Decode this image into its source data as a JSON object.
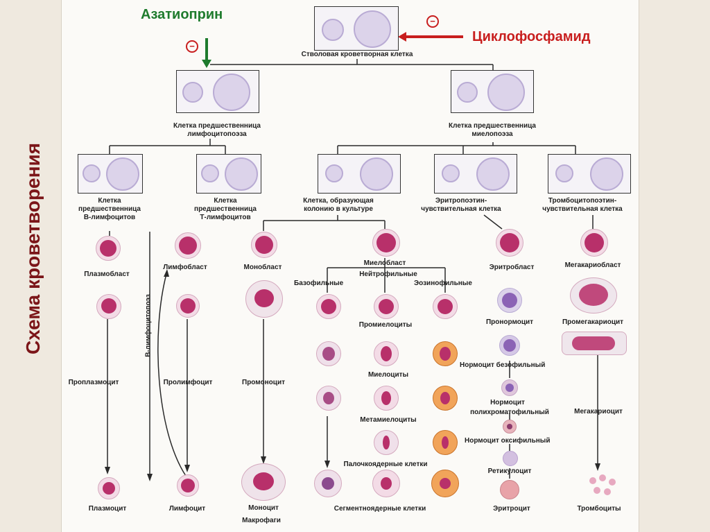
{
  "side_title": "Схема кроветворения",
  "drugs": {
    "azathioprine": "Азатиоприн",
    "cyclophosphamide": "Циклофосфамид",
    "inhibit_sign": "−",
    "colors": {
      "azathioprine": "#1e7b2d",
      "cyclophosphamide": "#c81e1e"
    }
  },
  "labels": {
    "stem": "Стволовая кроветворная клетка",
    "lymph_prec_1": "Клетка предшественница",
    "lymph_prec_2": "лимфоцитопоэза",
    "mye_prec_1": "Клетка предшественница",
    "mye_prec_2": "миелопоэза",
    "b_prec_1": "Клетка",
    "b_prec_2": "предшественница",
    "b_prec_3": "В-лимфоцитов",
    "t_prec_1": "Клетка",
    "t_prec_2": "предшественница",
    "t_prec_3": "Т-лимфоцитов",
    "cfu_1": "Клетка, образующая",
    "cfu_2": "колонию в культуре",
    "ery_prec_1": "Эритропоэтин-",
    "ery_prec_2": "чувствительная клетка",
    "thr_prec_1": "Тромбоцитопоэтин-",
    "thr_prec_2": "чувствительная клетка",
    "plasmoblast": "Плазмобласт",
    "lymphoblast": "Лимфобласт",
    "monoblast": "Монобласт",
    "myeloblast": "Миелобласт",
    "neutrophilic": "Нейтрофильные",
    "basophilic": "Базофильные",
    "eosinophilic": "Эозинофильные",
    "erythroblast": "Эритробласт",
    "megakaryoblast": "Мегакариобласт",
    "b_lymphopoiesis": "В-лимфоцитопоэз",
    "promyelocytes": "Промиелоциты",
    "pronormocyte": "Пронормоцит",
    "promegakaryocyte": "Промегакариоцит",
    "normocyte_baso": "Нормоцит безофильный",
    "proplasmocyte": "Проплазмоцит",
    "prolymphocyte": "Пролимфоцит",
    "promonocyte": "Промоноцит",
    "myelocytes": "Миелоциты",
    "normocyte_poly_1": "Нормоцит",
    "normocyte_poly_2": "полихроматофильный",
    "megakaryocyte": "Мегакариоцит",
    "metamyelocytes": "Метамиелоциты",
    "normocyte_oxy": "Нормоцит оксифильный",
    "band_cells": "Палочкоядерные клетки",
    "reticulocyte": "Ретикулоцит",
    "plasmocyte": "Плазмоцит",
    "lymphocyte": "Лимфоцит",
    "monocyte": "Моноцит",
    "segmented": "Сегментноядерные клетки",
    "erythrocyte": "Эритроцит",
    "platelets": "Тромбоциты",
    "macrophages": "Макрофаги"
  },
  "palette": {
    "lineage_stroke": "#2a2a2a",
    "cytoplasm_blast": "#f3dbe6",
    "nucleus_blast": "#b8306a",
    "precursor_cytoplasm": "#dcd3ea",
    "precursor_nucleus": "#8b63b5",
    "eosinophil_granules": "#e38a2d",
    "erythrocyte": "#e8a3a8",
    "platelet": "#e7a9c0"
  }
}
